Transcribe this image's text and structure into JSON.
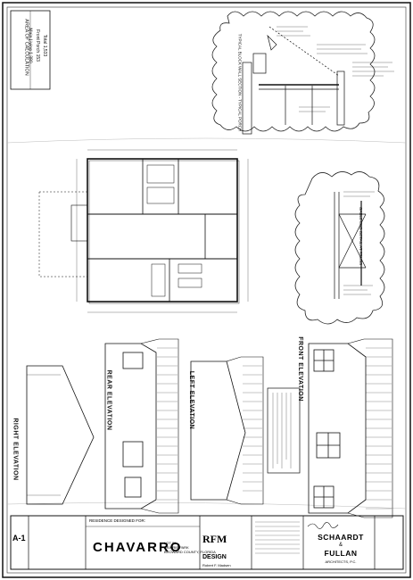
{
  "area_calc": {
    "title": "AREA OF CALCULATION",
    "rows": [
      {
        "label": "Main Living",
        "value": "1,380"
      },
      {
        "label": "Front Porch",
        "value": "153"
      },
      {
        "label": "Total",
        "value": "1,533"
      }
    ]
  },
  "views": {
    "rear_elevation": "REAR ELEVATION",
    "left_elevation": "LEFT ELEVATION",
    "front_elevation": "FRONT ELEVATION",
    "right_elevation": "RIGHT ELEVATION",
    "gable_detail": "GABLE END DETAIL AT TRUSS",
    "wall_section": "TYPICAL BLOCK WALL SECTION - TYPICAL PORCH"
  },
  "title_block": {
    "sheet_no": "A-1",
    "residence_label": "RESIDENCE DESIGNED FOR:",
    "client": "CHAVARRO",
    "lot_lines": [
      "LOT 80",
      "PRAIRIE PARK",
      "BROWARD COUNTY, FLORIDA"
    ],
    "designer_logo": "RFM",
    "designer_word": "DESIGN",
    "designer_name": "Robert F. Madsen",
    "architect_1": "SCHAARDT",
    "architect_amp": "&",
    "architect_2": "FULLAN",
    "architect_sub": "ARCHITECTS, P.C."
  }
}
